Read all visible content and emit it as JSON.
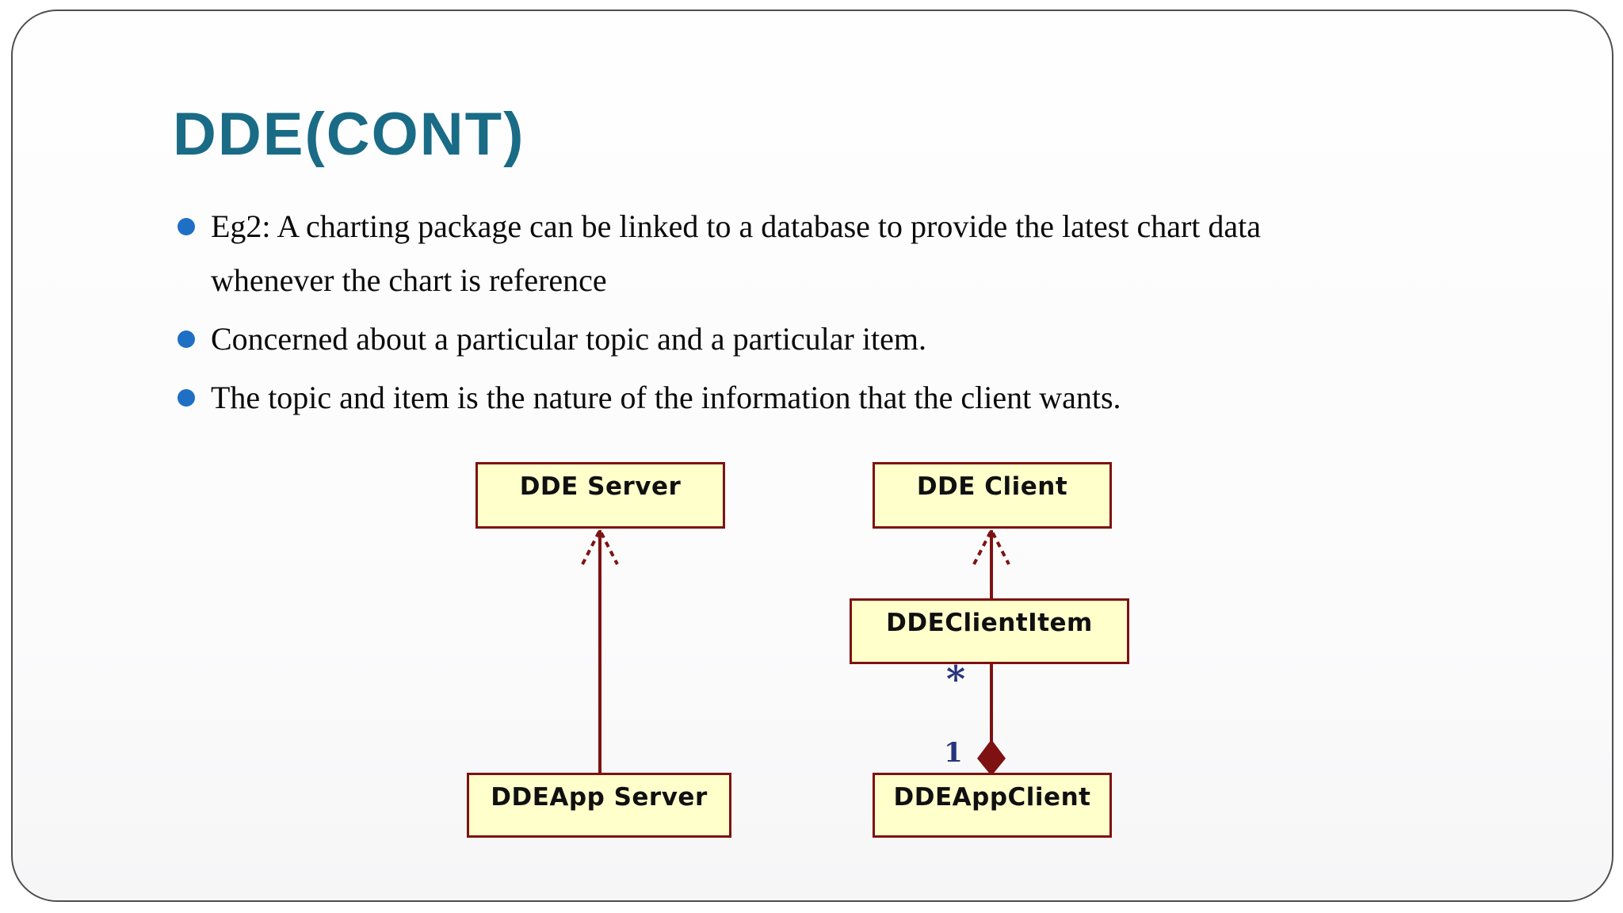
{
  "slide": {
    "title": "DDE(CONT)",
    "bullets": [
      {
        "lines": [
          "Eg2: A charting package can be linked to a database to provide the latest chart data",
          "whenever the chart is reference"
        ]
      },
      {
        "lines": [
          "Concerned about a particular topic and a particular item."
        ]
      },
      {
        "lines": [
          "The topic and item is the nature of the information that the client wants."
        ]
      }
    ]
  },
  "diagram": {
    "boxes": [
      {
        "id": "dde-server",
        "label": "DDE Server"
      },
      {
        "id": "dde-client",
        "label": "DDE Client"
      },
      {
        "id": "dde-client-item",
        "label": "DDEClientItem"
      },
      {
        "id": "dde-app-server",
        "label": "DDEApp Server"
      },
      {
        "id": "dde-app-client",
        "label": "DDEAppClient"
      }
    ],
    "multiplicity": {
      "star": "*",
      "one": "1"
    }
  },
  "colors": {
    "title": "#1A6B85",
    "bullet": "#1F6FC4",
    "box_fill": "#FFFFCC",
    "box_border": "#7E1212",
    "connector": "#7E1212",
    "multiplicity": "#27357E",
    "frame_border": "#4F4F4F"
  }
}
